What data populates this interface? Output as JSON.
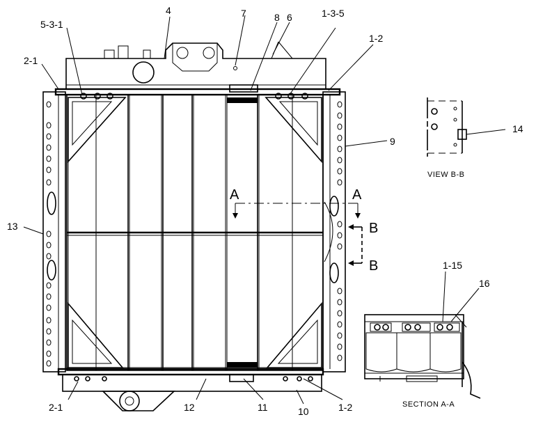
{
  "callouts": {
    "c_5_3_1": "5-3-1",
    "c_4": "4",
    "c_7": "7",
    "c_8": "8",
    "c_6": "6",
    "c_1_3_5": "1-3-5",
    "c_1_2_top": "1-2",
    "c_2_1_top": "2-1",
    "c_9": "9",
    "c_14": "14",
    "c_13": "13",
    "c_1_15": "1-15",
    "c_16": "16",
    "c_2_1_bot": "2-1",
    "c_12": "12",
    "c_11": "11",
    "c_10": "10",
    "c_1_2_bot": "1-2"
  },
  "section_markers": {
    "a_left": "A",
    "a_right": "A",
    "b_top": "B",
    "b_bottom": "B"
  },
  "captions": {
    "view_b": "VIEW B-B",
    "section_a": "SECTION A-A"
  }
}
